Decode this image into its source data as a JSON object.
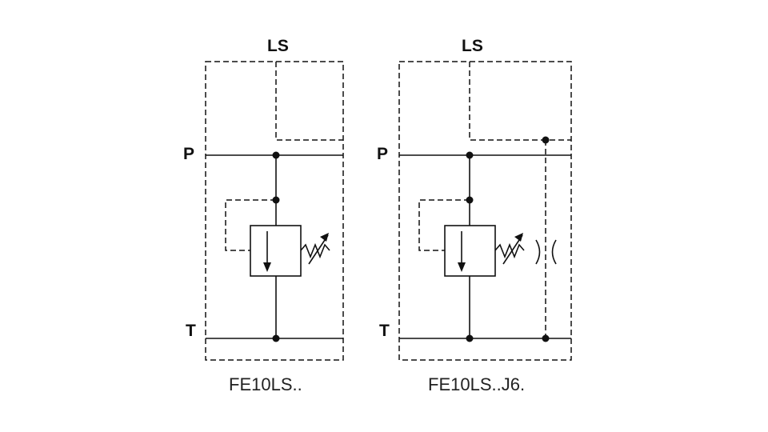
{
  "diagram_a": {
    "port_ls": "LS",
    "port_p": "P",
    "port_t": "T",
    "caption": "FE10LS.."
  },
  "diagram_b": {
    "port_ls": "LS",
    "port_p": "P",
    "port_t": "T",
    "caption": "FE10LS..J6."
  }
}
